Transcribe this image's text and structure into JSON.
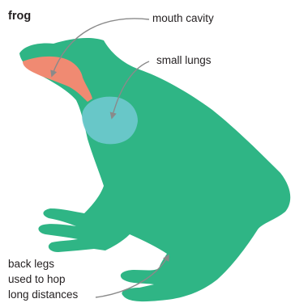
{
  "title": "frog",
  "labels": {
    "mouth_cavity": "mouth cavity",
    "small_lungs": "small lungs",
    "back_legs_line1": "back legs",
    "back_legs_line2": "used to hop",
    "back_legs_line3": "long distances"
  },
  "colors": {
    "body": "#2fb585",
    "mouth_cavity": "#f08a72",
    "lungs": "#6fc9cf",
    "leader_line": "#8a8a8a",
    "text": "#231f20"
  }
}
